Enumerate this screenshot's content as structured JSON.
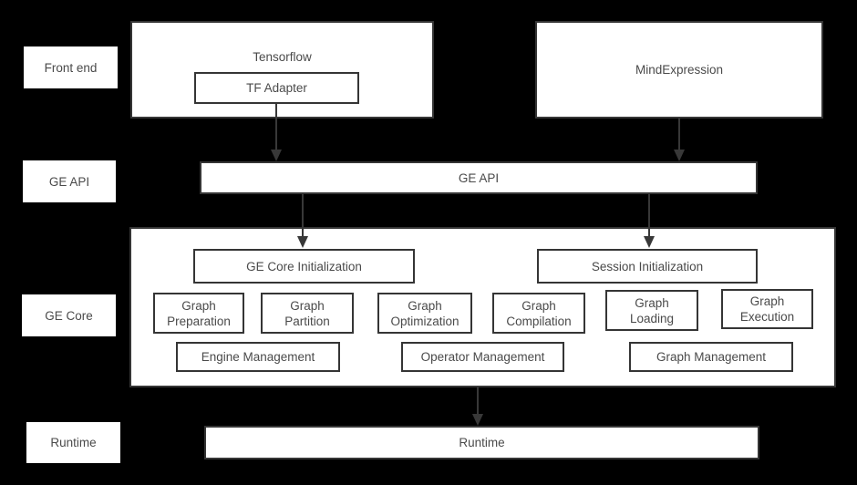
{
  "colors": {
    "background": "#000000",
    "box_fill": "#ffffff",
    "box_border": "#353535",
    "text": "#4a4a4a",
    "arrow": "#383838"
  },
  "side_labels": {
    "front_end": "Front end",
    "ge_api": "GE API",
    "ge_core": "GE Core",
    "runtime": "Runtime"
  },
  "front_end": {
    "tensorflow_label": "Tensorflow",
    "tf_adapter_label": "TF Adapter",
    "mind_expression_label": "MindExpression"
  },
  "ge_api": {
    "label": "GE API"
  },
  "ge_core": {
    "init_label": "GE Core Initialization",
    "session_label": "Session Initialization",
    "modules": [
      "Graph Preparation",
      "Graph Partition",
      "Graph Optimization",
      "Graph Compilation",
      "Graph Loading",
      "Graph Execution"
    ],
    "management": [
      "Engine Management",
      "Operator Management",
      "Graph Management"
    ]
  },
  "runtime": {
    "label": "Runtime"
  }
}
